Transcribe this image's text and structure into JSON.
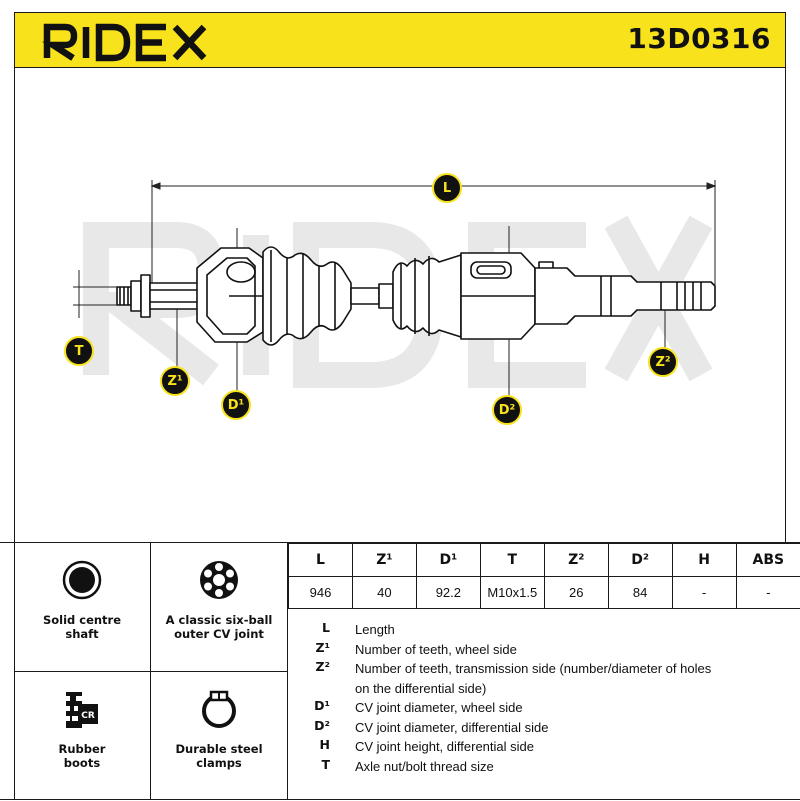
{
  "header": {
    "brand": "RIDEX",
    "part_number": "13D0316",
    "background_color": "#f7e21c"
  },
  "drawing": {
    "watermark": "RIDEX",
    "callouts": {
      "L": "L",
      "T": "T",
      "Z1": "Z¹",
      "D1": "D¹",
      "D2": "D²",
      "Z2": "Z²"
    }
  },
  "features": [
    {
      "icon": "solid-shaft-icon",
      "label": "Solid centre shaft"
    },
    {
      "icon": "six-ball-joint-icon",
      "label": "A classic six-ball outer CV joint"
    },
    {
      "icon": "rubber-boot-cr-icon",
      "label": "Rubber boots"
    },
    {
      "icon": "steel-clamp-icon",
      "label": "Durable steel clamps"
    }
  ],
  "spec_table": {
    "headers": [
      "L",
      "Z¹",
      "D¹",
      "T",
      "Z²",
      "D²",
      "H",
      "ABS"
    ],
    "values": [
      "946",
      "40",
      "92.2",
      "M10x1.5",
      "26",
      "84",
      "-",
      "-"
    ]
  },
  "legend": [
    {
      "key": "L",
      "desc": "Length"
    },
    {
      "key": "Z¹",
      "desc": "Number of teeth, wheel side"
    },
    {
      "key": "Z²",
      "desc": "Number of teeth, transmission side (number/diameter of holes on the differential side)"
    },
    {
      "key": "D¹",
      "desc": "CV joint diameter, wheel side"
    },
    {
      "key": "D²",
      "desc": "CV joint diameter, differential side"
    },
    {
      "key": "H",
      "desc": "CV joint height, differential side"
    },
    {
      "key": "T",
      "desc": "Axle nut/bolt thread size"
    }
  ]
}
